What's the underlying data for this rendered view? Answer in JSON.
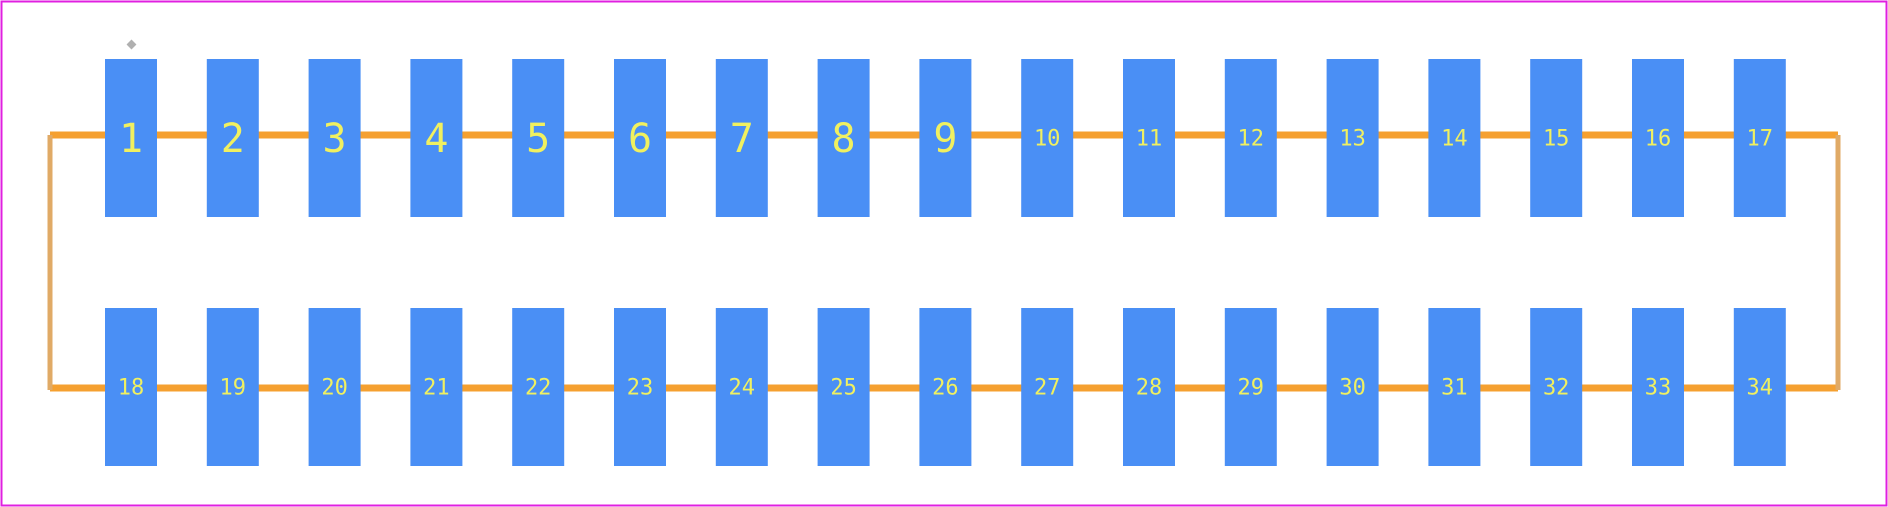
{
  "colors": {
    "background": "#ffffff",
    "border": "#e020e0",
    "pad_fill": "#4a8ff5",
    "pad_label": "#f0f060",
    "trace": "#f5a030",
    "outline_side": "#e0aa66",
    "pin1_marker": "#b0b0b0"
  },
  "pads": {
    "top_row": [
      "1",
      "2",
      "3",
      "4",
      "5",
      "6",
      "7",
      "8",
      "9",
      "10",
      "11",
      "12",
      "13",
      "14",
      "15",
      "16",
      "17"
    ],
    "bottom_row": [
      "18",
      "19",
      "20",
      "21",
      "22",
      "23",
      "24",
      "25",
      "26",
      "27",
      "28",
      "29",
      "30",
      "31",
      "32",
      "33",
      "34"
    ]
  }
}
